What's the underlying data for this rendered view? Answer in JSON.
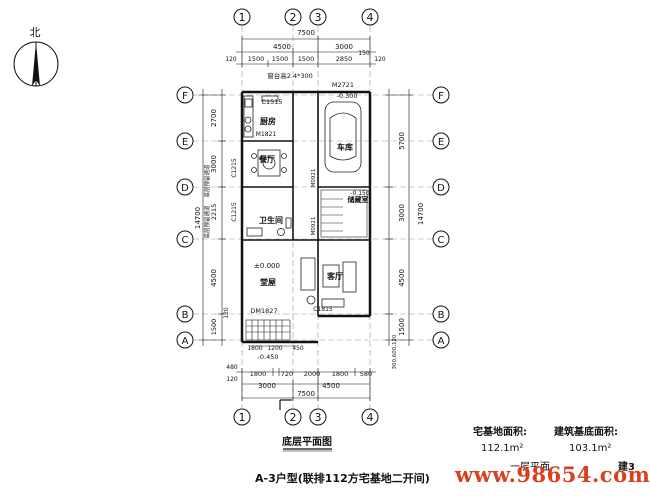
{
  "north_label": "北",
  "grid": {
    "cols": [
      "1",
      "2",
      "3",
      "4"
    ],
    "rows": [
      "F",
      "E",
      "D",
      "C",
      "B",
      "A"
    ]
  },
  "dims": {
    "top_total": "7500",
    "top_mid": [
      "4500",
      "3000"
    ],
    "top_edge_left": "120",
    "top_edge_right": "120",
    "top_edge_right_b": "150",
    "top_detail": [
      "1500",
      "1500",
      "1500",
      "2850"
    ],
    "bottom_detail": [
      "1800",
      "720",
      "2000",
      "1800",
      "580"
    ],
    "bottom_edge_left": "480",
    "bottom_edge_left_b": "120",
    "bottom_mid": [
      "3000",
      "4500"
    ],
    "bottom_total": "7500",
    "lower_small": [
      "1800",
      "1200",
      "450"
    ],
    "left_detail": [
      "2700",
      "3000",
      "2215",
      "4500",
      "1500",
      "120"
    ],
    "left_total": "14700",
    "right_detail": [
      "5700",
      "3000",
      "4500",
      "1500"
    ],
    "right_total": "14700",
    "right_bottom": "300,600,120"
  },
  "labels": {
    "c1515": "C1515",
    "kitchen_window": "窗台高2.4*300",
    "m2721": "M2721",
    "minus300": "-0.300",
    "kitchen": "厨房",
    "m1821": "M1821",
    "dining": "餐厅",
    "garage": "车库",
    "c1215_a": "C1215",
    "c1215_b": "C1215",
    "reserved_a": "底层预留通道",
    "reserved_b": "底层预留通道",
    "m0921_a": "M0921",
    "m0921_b": "M0921",
    "storage": "储藏室",
    "minus150": "-0.150",
    "bathroom": "卫生间",
    "zero": "±0.000",
    "living": "客厅",
    "hall": "堂屋",
    "c1815": "C1815",
    "dm1827": "DM1827",
    "minus450": "-0.450",
    "plan_title": "底层平面图"
  },
  "info": {
    "lot_area_label": "宅基地面积:",
    "lot_area_value": "112.1m²",
    "base_area_label": "建筑基底面积:",
    "base_area_value": "103.1m²",
    "floor_label": "一层平面",
    "code": "建3",
    "caption": "A-3户型(联排112方宅基地二开间)",
    "watermark": "www.98654.com"
  }
}
